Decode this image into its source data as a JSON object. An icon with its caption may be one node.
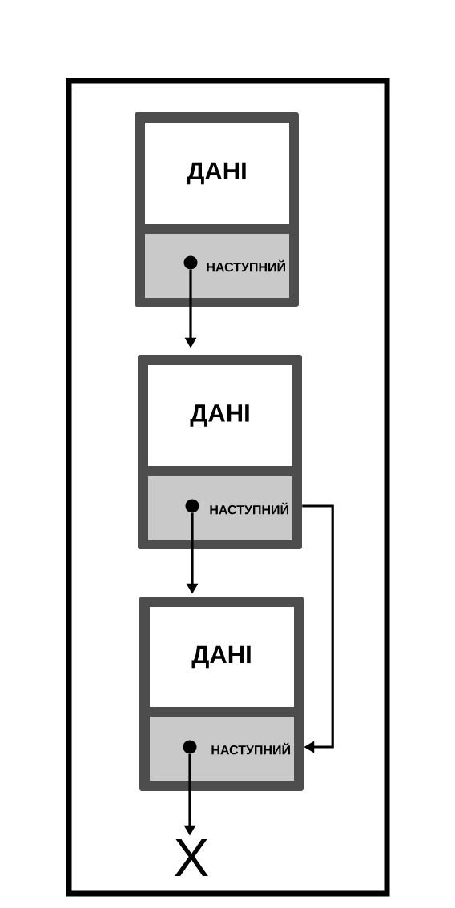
{
  "diagram": {
    "nodes": [
      {
        "text": [],
        "shape": "box"
      },
      {
        "text": [],
        "shape": "box",
        "in": 0
      },
      {
        "text": [
          "ДАНІ"
        ],
        "in": 1
      },
      {
        "text": [
          "НАСТУПНИЙ"
        ],
        "in": 1
      },
      {
        "text": [],
        "shape": "circle",
        "in": 3
      },
      {
        "text": [],
        "shape": "box",
        "in": 0
      },
      {
        "text": [
          "ДАНІ"
        ],
        "in": 5
      },
      {
        "text": [
          "НАСТУПНИЙ"
        ],
        "in": 5
      },
      {
        "text": [],
        "shape": "circle",
        "in": 7
      },
      {
        "text": [],
        "shape": "box",
        "in": 0
      },
      {
        "text": [
          "ДАНІ"
        ],
        "in": 9
      },
      {
        "text": [
          "НАСТУПНИЙ"
        ],
        "in": 9
      },
      {
        "text": [],
        "shape": "circle",
        "in": 11
      },
      {
        "text": [
          "X"
        ],
        "in": 0
      }
    ],
    "edges": [
      {
        "from": 4,
        "to": 5,
        "arrow": "to"
      },
      {
        "from": 8,
        "to": 9,
        "arrow": "to"
      },
      {
        "from": 5,
        "to": 9,
        "arrow": "to"
      },
      {
        "from": 12,
        "to": 13,
        "arrow": "to"
      }
    ]
  }
}
